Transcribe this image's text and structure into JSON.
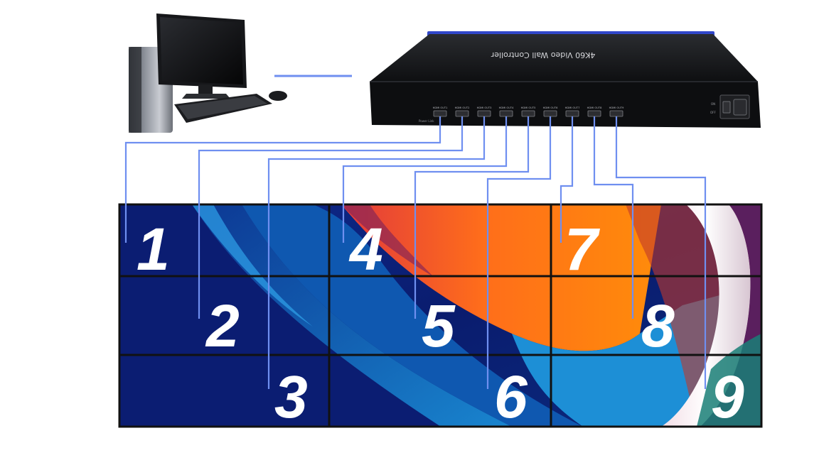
{
  "controller": {
    "title": "4K60 Video Wall Controller",
    "power_label": "Power Link",
    "switch_on": "ON",
    "switch_off": "OFF"
  },
  "ports": [
    {
      "label": "HDMI OUT1"
    },
    {
      "label": "HDMI OUT2"
    },
    {
      "label": "HDMI OUT3"
    },
    {
      "label": "HDMI OUT4"
    },
    {
      "label": "HDMI OUT5"
    },
    {
      "label": "HDMI OUT6"
    },
    {
      "label": "HDMI OUT7"
    },
    {
      "label": "HDMI OUT8"
    },
    {
      "label": "HDMI OUT9"
    }
  ],
  "screens": [
    {
      "number": "1"
    },
    {
      "number": "2"
    },
    {
      "number": "3"
    },
    {
      "number": "4"
    },
    {
      "number": "5"
    },
    {
      "number": "6"
    },
    {
      "number": "7"
    },
    {
      "number": "8"
    },
    {
      "number": "9"
    }
  ],
  "colors": {
    "cable": "#6f8ff0",
    "bezel": "#111111",
    "wall_dark_blue": "#0c1f78",
    "wall_blue": "#1560b8",
    "wall_orange": "#ff7f0a",
    "wall_red": "#e0453a"
  }
}
